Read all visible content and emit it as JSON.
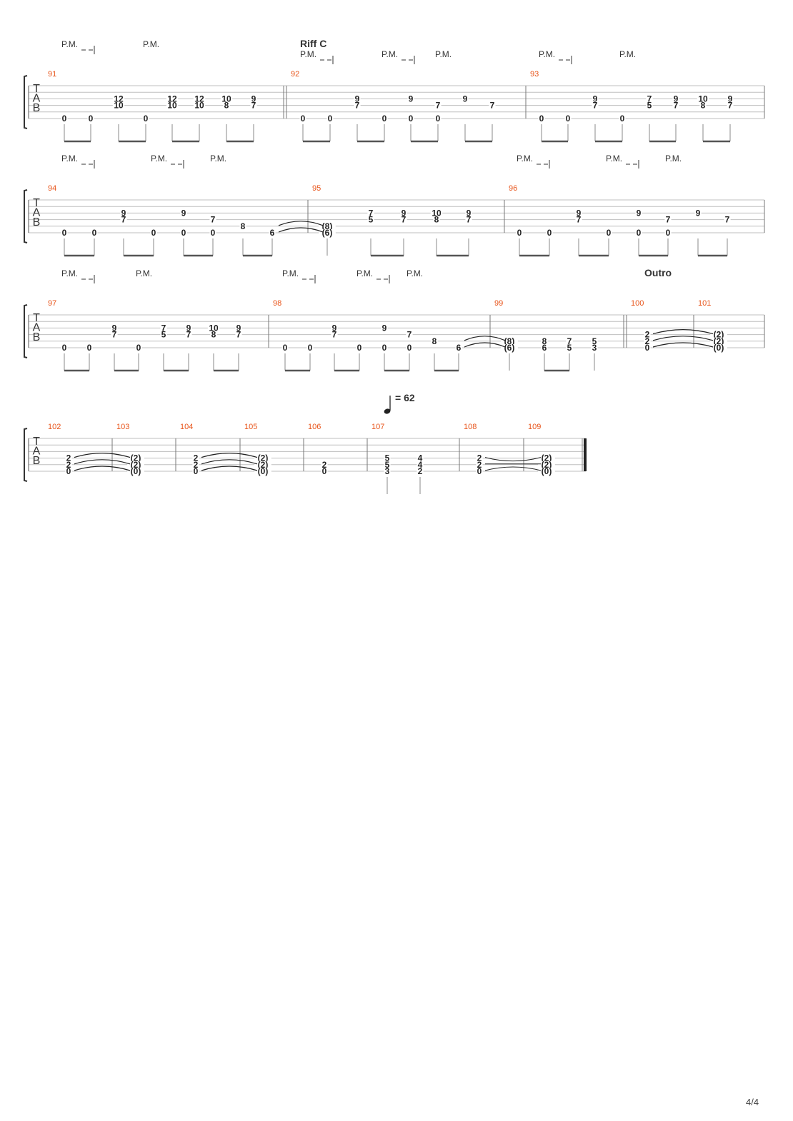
{
  "page": {
    "number": "4/4"
  },
  "labels": {
    "pm": "P.M.",
    "tempo": "= 62"
  },
  "systems": [
    {
      "sections": [
        {
          "text": "Riff C",
          "measure": "92"
        }
      ],
      "pm": [
        {
          "measure": "91",
          "beat": 0,
          "dashes": true
        },
        {
          "measure": "91",
          "beat": 4,
          "dashes": false
        },
        {
          "measure": "92",
          "beat": 0,
          "dashes": true
        },
        {
          "measure": "92",
          "beat": 4,
          "dashes": true
        },
        {
          "measure": "92",
          "beat": 8,
          "dashes": false
        },
        {
          "measure": "93",
          "beat": 0,
          "dashes": true
        },
        {
          "measure": "93",
          "beat": 4,
          "dashes": false
        }
      ],
      "measures": [
        {
          "number": "91",
          "double_bar": "end",
          "notes": [
            {
              "s": 6,
              "f": "0"
            },
            {
              "s": 6,
              "f": "0"
            },
            {
              "s": 3,
              "f": "12"
            },
            {
              "s": 4,
              "f": "10"
            },
            {
              "s": 6,
              "f": "0"
            },
            {
              "s": 3,
              "f": "12"
            },
            {
              "s": 4,
              "f": "10"
            },
            {
              "s": 3,
              "f": "12"
            },
            {
              "s": 4,
              "f": "10"
            },
            {
              "s": 3,
              "f": "10"
            },
            {
              "s": 4,
              "f": "8"
            },
            {
              "s": 3,
              "f": "9"
            },
            {
              "s": 4,
              "f": "7"
            }
          ]
        },
        {
          "number": "92",
          "notes": [
            {
              "s": 6,
              "f": "0"
            },
            {
              "s": 6,
              "f": "0"
            },
            {
              "s": 3,
              "f": "9"
            },
            {
              "s": 4,
              "f": "7"
            },
            {
              "s": 6,
              "f": "0"
            },
            {
              "s": 6,
              "f": "0"
            },
            {
              "s": 3,
              "f": "9"
            },
            {
              "s": 4,
              "f": "7"
            },
            {
              "s": 6,
              "f": "0"
            },
            {
              "s": 3,
              "f": "9"
            },
            {
              "s": 4,
              "f": "7"
            }
          ]
        },
        {
          "number": "93",
          "notes": [
            {
              "s": 6,
              "f": "0"
            },
            {
              "s": 6,
              "f": "0"
            },
            {
              "s": 3,
              "f": "9"
            },
            {
              "s": 4,
              "f": "7"
            },
            {
              "s": 6,
              "f": "0"
            },
            {
              "s": 3,
              "f": "7"
            },
            {
              "s": 4,
              "f": "5"
            },
            {
              "s": 3,
              "f": "9"
            },
            {
              "s": 4,
              "f": "7"
            },
            {
              "s": 3,
              "f": "10"
            },
            {
              "s": 4,
              "f": "8"
            },
            {
              "s": 3,
              "f": "9"
            },
            {
              "s": 4,
              "f": "7"
            }
          ]
        }
      ]
    },
    {
      "sections": [],
      "pm": [
        {
          "measure": "94",
          "beat": 0,
          "dashes": true
        },
        {
          "measure": "94",
          "beat": 4,
          "dashes": true
        },
        {
          "measure": "94",
          "beat": 8,
          "dashes": false
        },
        {
          "measure": "96",
          "beat": 0,
          "dashes": true
        },
        {
          "measure": "96",
          "beat": 4,
          "dashes": true
        },
        {
          "measure": "96",
          "beat": 8,
          "dashes": false
        }
      ],
      "measures": [
        {
          "number": "94",
          "notes": [
            {
              "s": 6,
              "f": "0"
            },
            {
              "s": 6,
              "f": "0"
            },
            {
              "s": 3,
              "f": "9"
            },
            {
              "s": 4,
              "f": "7"
            },
            {
              "s": 6,
              "f": "0"
            },
            {
              "s": 6,
              "f": "0"
            },
            {
              "s": 3,
              "f": "9"
            },
            {
              "s": 4,
              "f": "7"
            },
            {
              "s": 6,
              "f": "0"
            },
            {
              "s": 5,
              "f": "8"
            },
            {
              "s": 6,
              "f": "6"
            }
          ]
        },
        {
          "number": "95",
          "notes": [
            {
              "s": 5,
              "f": "(8)"
            },
            {
              "s": 6,
              "f": "(6)"
            },
            {
              "s": 3,
              "f": "7"
            },
            {
              "s": 4,
              "f": "5"
            },
            {
              "s": 3,
              "f": "9"
            },
            {
              "s": 4,
              "f": "7"
            },
            {
              "s": 3,
              "f": "10"
            },
            {
              "s": 4,
              "f": "8"
            },
            {
              "s": 3,
              "f": "9"
            },
            {
              "s": 4,
              "f": "7"
            }
          ]
        },
        {
          "number": "96",
          "notes": [
            {
              "s": 6,
              "f": "0"
            },
            {
              "s": 6,
              "f": "0"
            },
            {
              "s": 3,
              "f": "9"
            },
            {
              "s": 4,
              "f": "7"
            },
            {
              "s": 6,
              "f": "0"
            },
            {
              "s": 6,
              "f": "0"
            },
            {
              "s": 3,
              "f": "9"
            },
            {
              "s": 4,
              "f": "7"
            },
            {
              "s": 6,
              "f": "0"
            },
            {
              "s": 3,
              "f": "9"
            },
            {
              "s": 4,
              "f": "7"
            }
          ]
        }
      ]
    },
    {
      "sections": [
        {
          "text": "Outro",
          "measure": "100"
        }
      ],
      "pm": [
        {
          "measure": "97",
          "beat": 0,
          "dashes": true
        },
        {
          "measure": "97",
          "beat": 4,
          "dashes": false
        },
        {
          "measure": "98",
          "beat": 0,
          "dashes": true
        },
        {
          "measure": "98",
          "beat": 4,
          "dashes": true
        },
        {
          "measure": "98",
          "beat": 8,
          "dashes": false
        }
      ],
      "measures": [
        {
          "number": "97",
          "notes": [
            {
              "s": 6,
              "f": "0"
            },
            {
              "s": 6,
              "f": "0"
            },
            {
              "s": 3,
              "f": "9"
            },
            {
              "s": 4,
              "f": "7"
            },
            {
              "s": 6,
              "f": "0"
            },
            {
              "s": 3,
              "f": "7"
            },
            {
              "s": 4,
              "f": "5"
            },
            {
              "s": 3,
              "f": "9"
            },
            {
              "s": 4,
              "f": "7"
            },
            {
              "s": 3,
              "f": "10"
            },
            {
              "s": 4,
              "f": "8"
            },
            {
              "s": 3,
              "f": "9"
            },
            {
              "s": 4,
              "f": "7"
            }
          ]
        },
        {
          "number": "98",
          "notes": [
            {
              "s": 6,
              "f": "0"
            },
            {
              "s": 6,
              "f": "0"
            },
            {
              "s": 3,
              "f": "9"
            },
            {
              "s": 4,
              "f": "7"
            },
            {
              "s": 6,
              "f": "0"
            },
            {
              "s": 6,
              "f": "0"
            },
            {
              "s": 3,
              "f": "9"
            },
            {
              "s": 4,
              "f": "7"
            },
            {
              "s": 6,
              "f": "0"
            },
            {
              "s": 5,
              "f": "8"
            },
            {
              "s": 6,
              "f": "6"
            }
          ]
        },
        {
          "number": "99",
          "double_bar": "end",
          "notes": [
            {
              "s": 5,
              "f": "(8)"
            },
            {
              "s": 6,
              "f": "(6)"
            },
            {
              "s": 5,
              "f": "8"
            },
            {
              "s": 6,
              "f": "6"
            },
            {
              "s": 5,
              "f": "7"
            },
            {
              "s": 6,
              "f": "5"
            },
            {
              "s": 5,
              "f": "5"
            },
            {
              "s": 6,
              "f": "3"
            }
          ]
        },
        {
          "number": "100",
          "notes": [
            {
              "s": 4,
              "f": "2"
            },
            {
              "s": 5,
              "f": "2"
            },
            {
              "s": 6,
              "f": "0"
            }
          ]
        },
        {
          "number": "101",
          "notes": [
            {
              "s": 4,
              "f": "(2)"
            },
            {
              "s": 5,
              "f": "(2)"
            },
            {
              "s": 6,
              "f": "(0)"
            }
          ]
        }
      ]
    },
    {
      "sections": [],
      "tempo": {
        "measure": "107",
        "label": "= 62"
      },
      "pm": [],
      "measures": [
        {
          "number": "102",
          "notes": [
            {
              "s": 4,
              "f": "2"
            },
            {
              "s": 5,
              "f": "2"
            },
            {
              "s": 6,
              "f": "0"
            }
          ]
        },
        {
          "number": "103",
          "notes": [
            {
              "s": 4,
              "f": "(2)"
            },
            {
              "s": 5,
              "f": "(2)"
            },
            {
              "s": 6,
              "f": "(0)"
            }
          ]
        },
        {
          "number": "104",
          "notes": [
            {
              "s": 4,
              "f": "2"
            },
            {
              "s": 5,
              "f": "2"
            },
            {
              "s": 6,
              "f": "0"
            }
          ]
        },
        {
          "number": "105",
          "notes": [
            {
              "s": 4,
              "f": "(2)"
            },
            {
              "s": 5,
              "f": "(2)"
            },
            {
              "s": 6,
              "f": "(0)"
            }
          ]
        },
        {
          "number": "106",
          "notes": [
            {
              "s": 5,
              "f": "2"
            },
            {
              "s": 6,
              "f": "0"
            }
          ]
        },
        {
          "number": "107",
          "notes": [
            {
              "s": 4,
              "f": "5"
            },
            {
              "s": 5,
              "f": "5"
            },
            {
              "s": 6,
              "f": "3"
            },
            {
              "s": 4,
              "f": "4"
            },
            {
              "s": 5,
              "f": "4"
            },
            {
              "s": 6,
              "f": "2"
            }
          ]
        },
        {
          "number": "108",
          "notes": [
            {
              "s": 4,
              "f": "2"
            },
            {
              "s": 5,
              "f": "2"
            },
            {
              "s": 6,
              "f": "0"
            }
          ]
        },
        {
          "number": "109",
          "final": true,
          "notes": [
            {
              "s": 4,
              "f": "(2)"
            },
            {
              "s": 5,
              "f": "(2)"
            },
            {
              "s": 6,
              "f": "(0)"
            }
          ]
        }
      ]
    }
  ]
}
